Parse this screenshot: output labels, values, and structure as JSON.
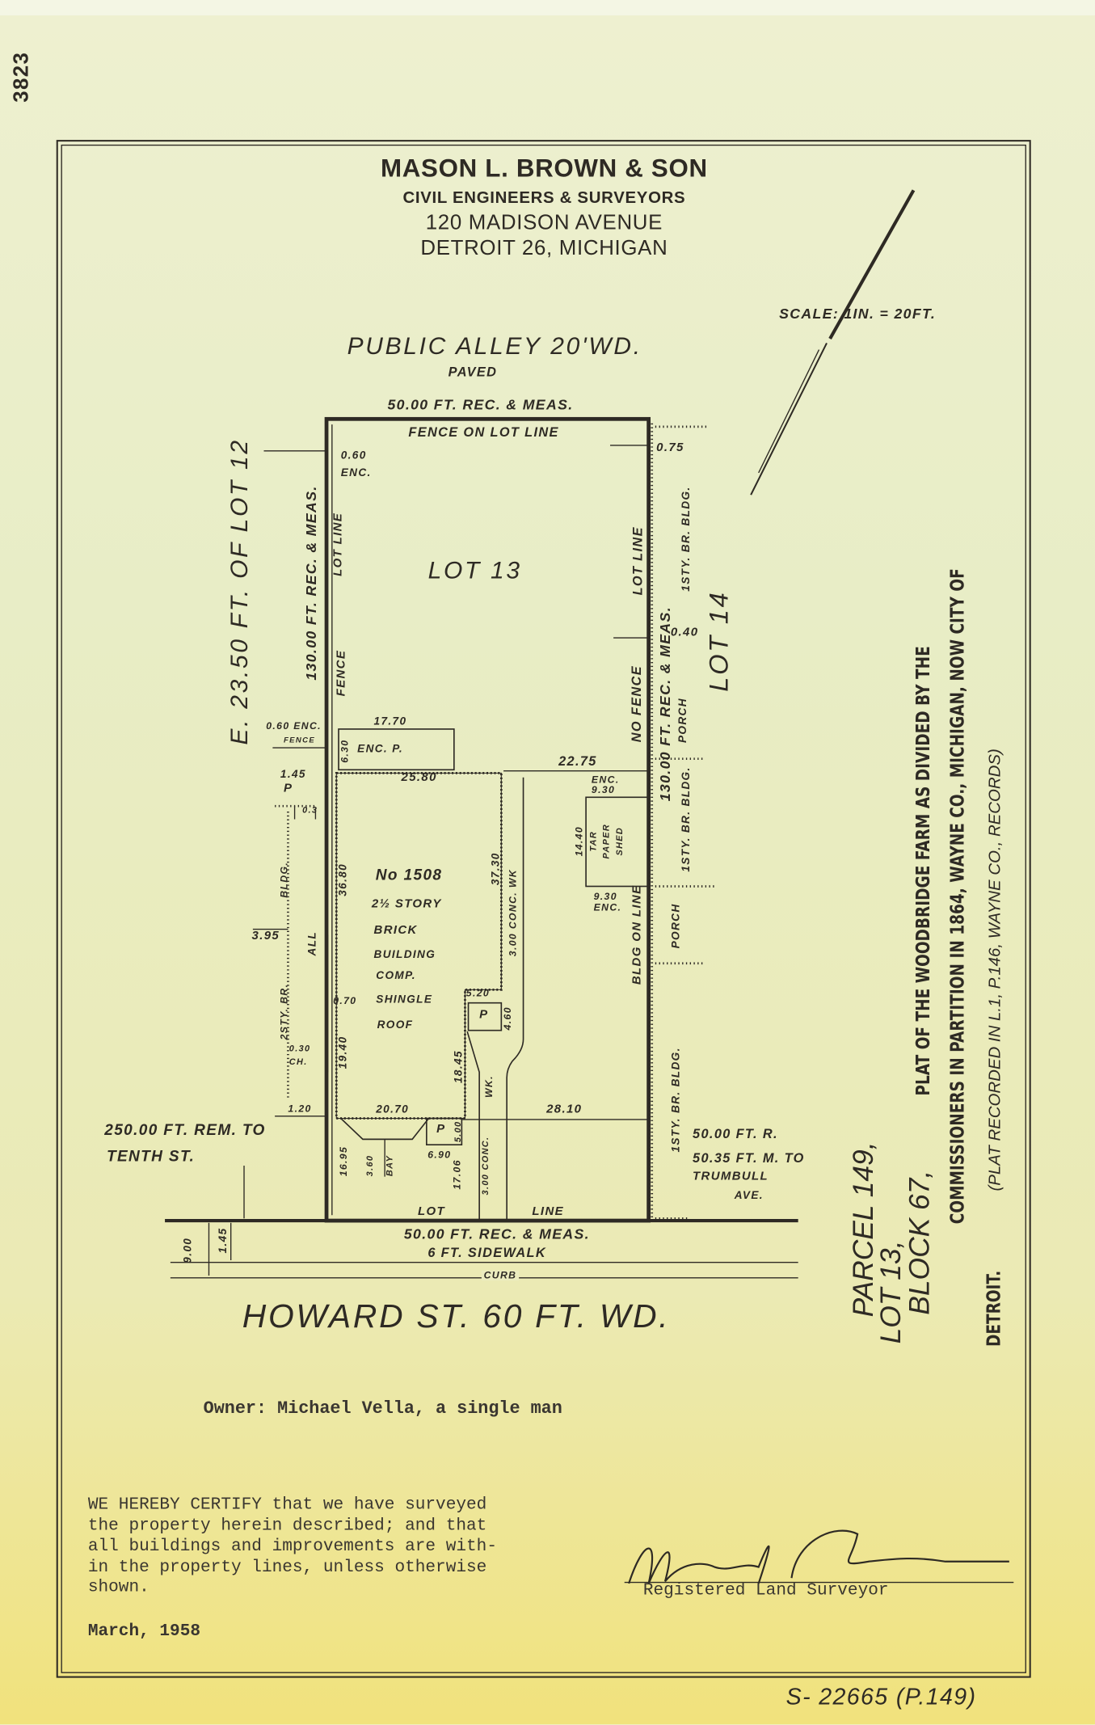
{
  "margin_number": "3823",
  "header": {
    "firm": "MASON L. BROWN & SON",
    "profession": "CIVIL ENGINEERS & SURVEYORS",
    "address": "120 MADISON AVENUE",
    "city": "DETROIT 26, MICHIGAN"
  },
  "scale": "SCALE: 1IN. = 20FT.",
  "alley": {
    "name": "PUBLIC ALLEY 20'WD.",
    "surface": "PAVED"
  },
  "lot": {
    "top_dim": "50.00 FT. REC. & MEAS.",
    "top_fence": "FENCE ON LOT LINE",
    "label": "LOT 13",
    "left_dim": "130.00 FT. REC. & MEAS.",
    "right_dim": "130.00 FT. REC. & MEAS.",
    "left_lot_line": "LOT LINE",
    "left_fence": "FENCE",
    "right_lot_line": "LOT LINE",
    "right_no_fence": "NO FENCE",
    "bldg_on_line": "BLDG ON LINE",
    "bottom_lot": "LOT",
    "bottom_line": "LINE",
    "bottom_dim": "50.00 FT. REC. & MEAS."
  },
  "neighbors": {
    "west": "E. 23.50 FT. OF LOT 12",
    "east": "LOT 14",
    "east_bldg_top": "1STY. BR. BLDG.",
    "east_porch_top": "PORCH",
    "east_bldg_mid": "1STY. BR. BLDG.",
    "east_porch_mid": "PORCH",
    "east_bldg_bottom": "1STY. BR. BLDG.",
    "west_bldg": "BLDG.",
    "west_bldg2": "2STY. BR.",
    "alley_label": "ALL"
  },
  "measurements": {
    "enc_060": "0.60",
    "enc_label": "ENC.",
    "d075": "0.75",
    "d040": "0.40",
    "fence_060": "0.60 ENC.",
    "fence_small": "FENCE",
    "d1770": "17.70",
    "enc_p": "ENC. P.",
    "d630": "6.30",
    "d2275": "22.75",
    "d2580": "25.80",
    "d145": "1.45",
    "p1": "P",
    "d03": "0.3",
    "enc_930_a": "ENC.",
    "d930_a": "9.30",
    "d1440": "14.40",
    "shed": [
      "TAR",
      "PAPER",
      "SHED"
    ],
    "d930_b": "9.30",
    "enc_930_b": "ENC.",
    "d3680": "36.80",
    "d3730": "37.30",
    "walk1": "3.00 CONC. WK",
    "d395": "3.95",
    "d070": "0.70",
    "d520": "5.20",
    "p2": "P",
    "d460": "4.60",
    "d1845": "18.45",
    "wk": "WK.",
    "d1940": "19.40",
    "d030": "0.30",
    "ch": "CH.",
    "d120": "1.20",
    "d2070": "20.70",
    "d2810": "28.10",
    "p3": "P",
    "d690": "6.90",
    "d500": "5.00",
    "d1695": "16.95",
    "d360": "3.60",
    "bay": "BAY",
    "d1706": "17.06",
    "walk2": "3.00 CONC.",
    "d900": "9.00",
    "d145b": "1.45"
  },
  "building": {
    "number": "No 1508",
    "lines": [
      "2½ STORY",
      "BRICK",
      "BUILDING",
      "COMP.",
      "SHINGLE",
      "ROOF"
    ]
  },
  "west_ref": [
    "250.00 FT. REM. TO",
    "TENTH ST."
  ],
  "east_ref": [
    "50.00 FT. R.",
    "50.35 FT. M. TO",
    "TRUMBULL",
    "AVE."
  ],
  "street": {
    "sidewalk": "6 FT. SIDEWALK",
    "curb": "CURB",
    "name": "HOWARD ST. 60 FT. WD."
  },
  "owner": "Owner:  Michael Vella, a single man",
  "legal": {
    "parcel": "PARCEL 149,",
    "lot": "LOT 13,",
    "block": "BLOCK 67,",
    "line1": "PLAT OF THE WOODBRIDGE FARM AS DIVIDED BY THE",
    "line2": "COMMISSIONERS IN PARTITION IN 1864, WAYNE CO., MICHIGAN, NOW CITY OF",
    "line3_bold": "DETROIT.",
    "line3": "(PLAT RECORDED IN L.1, P.146, WAYNE CO., RECORDS)"
  },
  "certification": {
    "lines": [
      "WE HEREBY CERTIFY that we have surveyed",
      "the property herein described; and that",
      "all buildings and improvements are with-",
      "in the property lines, unless otherwise",
      "shown."
    ],
    "date": "March, 1958",
    "signature": "Mason L. Brown",
    "title": "Registered Land Surveyor"
  },
  "file_number": "S- 22665 (P.149)"
}
